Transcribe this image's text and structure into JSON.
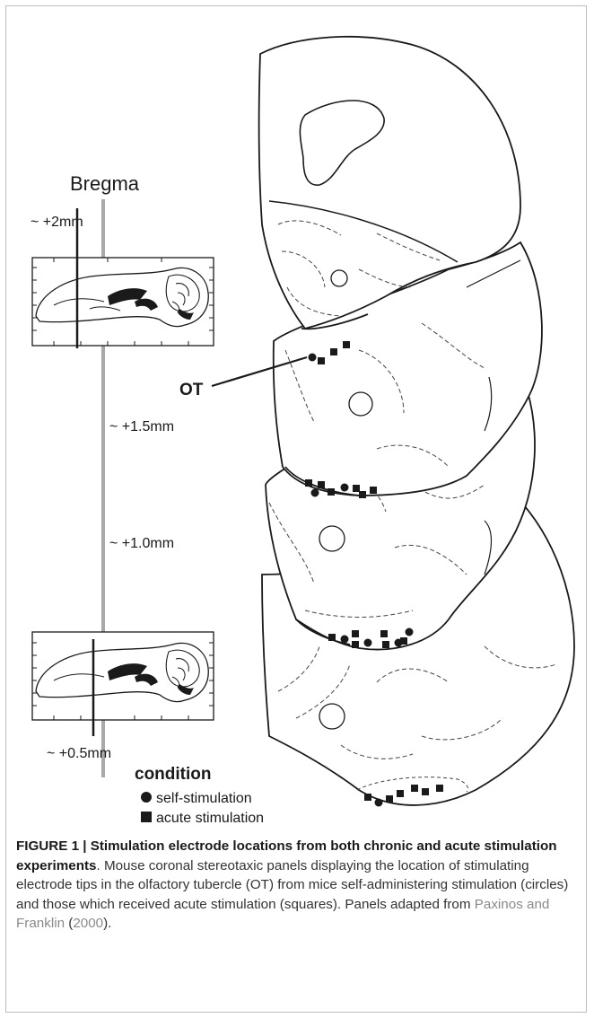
{
  "figure": {
    "bregma_label": "Bregma",
    "sagittal_labels": [
      "~ +2mm",
      "~ +0.5mm"
    ],
    "coronal_labels": [
      "~ +1.5mm",
      "~ +1.0mm"
    ],
    "ot_label": "OT",
    "legend": {
      "title": "condition",
      "items": [
        {
          "label": "self-stimulation",
          "marker": "circle"
        },
        {
          "label": "acute stimulation",
          "marker": "square"
        }
      ]
    }
  },
  "caption": {
    "title": "FIGURE 1 | Stimulation electrode locations from both chronic and acute stimulation experiments",
    "title_end": ".",
    "body": " Mouse coronal stereotaxic panels displaying the location of stimulating electrode tips in the olfactory tubercle (OT) from mice self-administering stimulation (circles) and those which received acute stimulation (squares). Panels adapted from ",
    "ref_author": "Paxinos and Franklin",
    "ref_year_open": " (",
    "ref_year": "2000",
    "ref_year_close": ")."
  }
}
